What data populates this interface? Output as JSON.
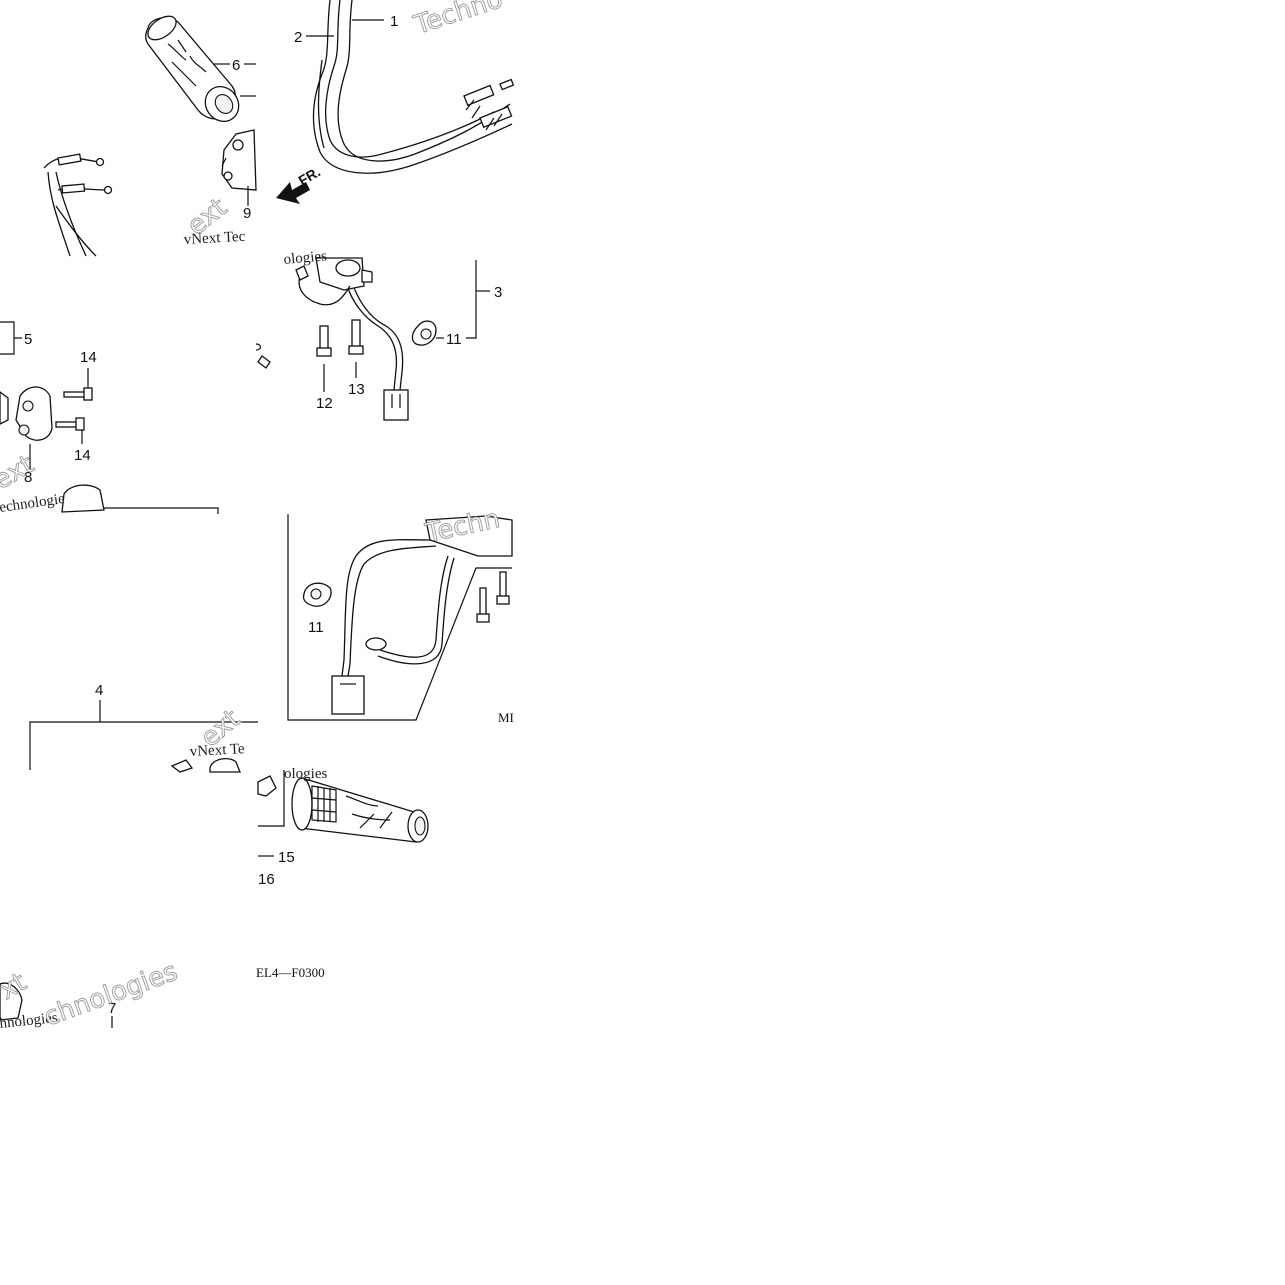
{
  "callouts": {
    "n1": "1",
    "n2": "2",
    "n3": "3",
    "n4": "4",
    "n5": "5",
    "n6": "6",
    "n7": "7",
    "n8": "8",
    "n9": "9",
    "n11a": "11",
    "n11b": "11",
    "n12": "12",
    "n13": "13",
    "n14a": "14",
    "n14b": "14",
    "n15": "15",
    "n16": "16"
  },
  "direction_label": "FR.",
  "diagram_code": "EL4—F0300",
  "partial_code": "MI",
  "watermarks": {
    "w1": "vNext Tec",
    "w2": "vNext Te",
    "w3": "Techno",
    "w4": "Techn",
    "w5": "ologies",
    "w6": "ologies",
    "w7": "echnologie",
    "w8": "chnologies",
    "w9": "xt",
    "w10": "ext",
    "w11": "hnologies"
  }
}
